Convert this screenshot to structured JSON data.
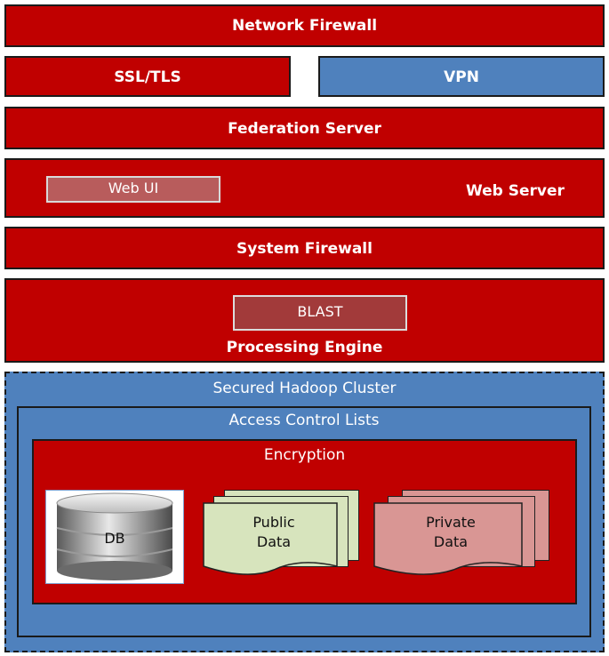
{
  "layers": {
    "network_firewall": "Network Firewall",
    "ssl_tls": "SSL/TLS",
    "vpn": "VPN",
    "federation_server": "Federation Server",
    "web_server": "Web Server",
    "web_ui": "Web UI",
    "system_firewall": "System Firewall",
    "blast": "BLAST",
    "processing_engine": "Processing Engine"
  },
  "cluster": {
    "title": "Secured Hadoop Cluster",
    "acl": "Access Control Lists",
    "encryption": "Encryption",
    "db": "DB",
    "public_data": "Public\nData",
    "private_data": "Private\nData"
  },
  "colors": {
    "red": "#c00000",
    "blue": "#4f81bd",
    "public_doc": "#d7e4bd",
    "private_doc": "#d99694"
  }
}
